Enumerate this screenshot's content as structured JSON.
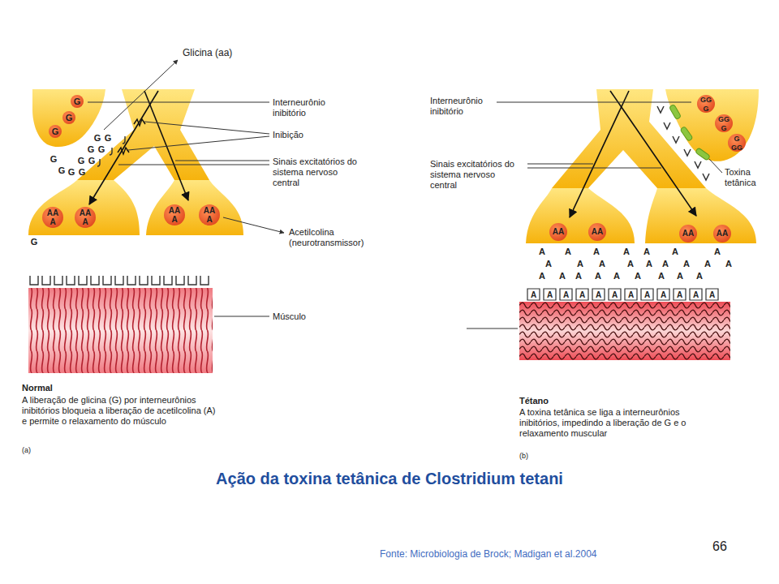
{
  "diagram": {
    "title": "Ação da toxina tetânica de Clostridium tetani",
    "caption": "Fonte: Microbiologia de Brock; Madigan et al.2004",
    "labels": [
      "Glicina (aa)",
      "G",
      "G",
      "G",
      "G",
      "G",
      "G",
      "G",
      "G",
      "G",
      "G",
      "G",
      "G",
      "G",
      "Interneurônio inibitório",
      "Inibição",
      "Sinais excitatórios do sistema nervoso central",
      "AA",
      "A",
      "AA",
      "A",
      "AA",
      "A",
      "AA",
      "A",
      "G",
      "Acetilcolina (neurotransmissor)",
      "Músculo",
      "Normal",
      "A liberação de glicina (G) por interneurônios inibitórios bloqueia a liberação de acetilcolina (A) e permite o relaxamento do músculo",
      "(a)",
      "Interneurônio inibitório",
      "GG",
      "G",
      "GG",
      "G",
      "G",
      "GG",
      "Sinais excitatórios do sistema nervoso central",
      "Toxina tetânica",
      "AA",
      "AA",
      "AA",
      "AA",
      "A",
      "A",
      "A",
      "A",
      "A",
      "A",
      "A",
      "A",
      "A",
      "A",
      "A",
      "A",
      "A",
      "A",
      "A",
      "A",
      "A",
      "A",
      "A",
      "A",
      "A",
      "A",
      "A",
      "A",
      "A",
      "A",
      "A",
      "A",
      "A",
      "A",
      "A",
      "A",
      "A",
      "A",
      "A",
      "A",
      "A",
      "Tétano",
      "A toxina tetânica se liga a interneurônios inibitórios, impedindo a liberação de G e o relaxamento muscular",
      "(b)",
      "66"
    ]
  }
}
